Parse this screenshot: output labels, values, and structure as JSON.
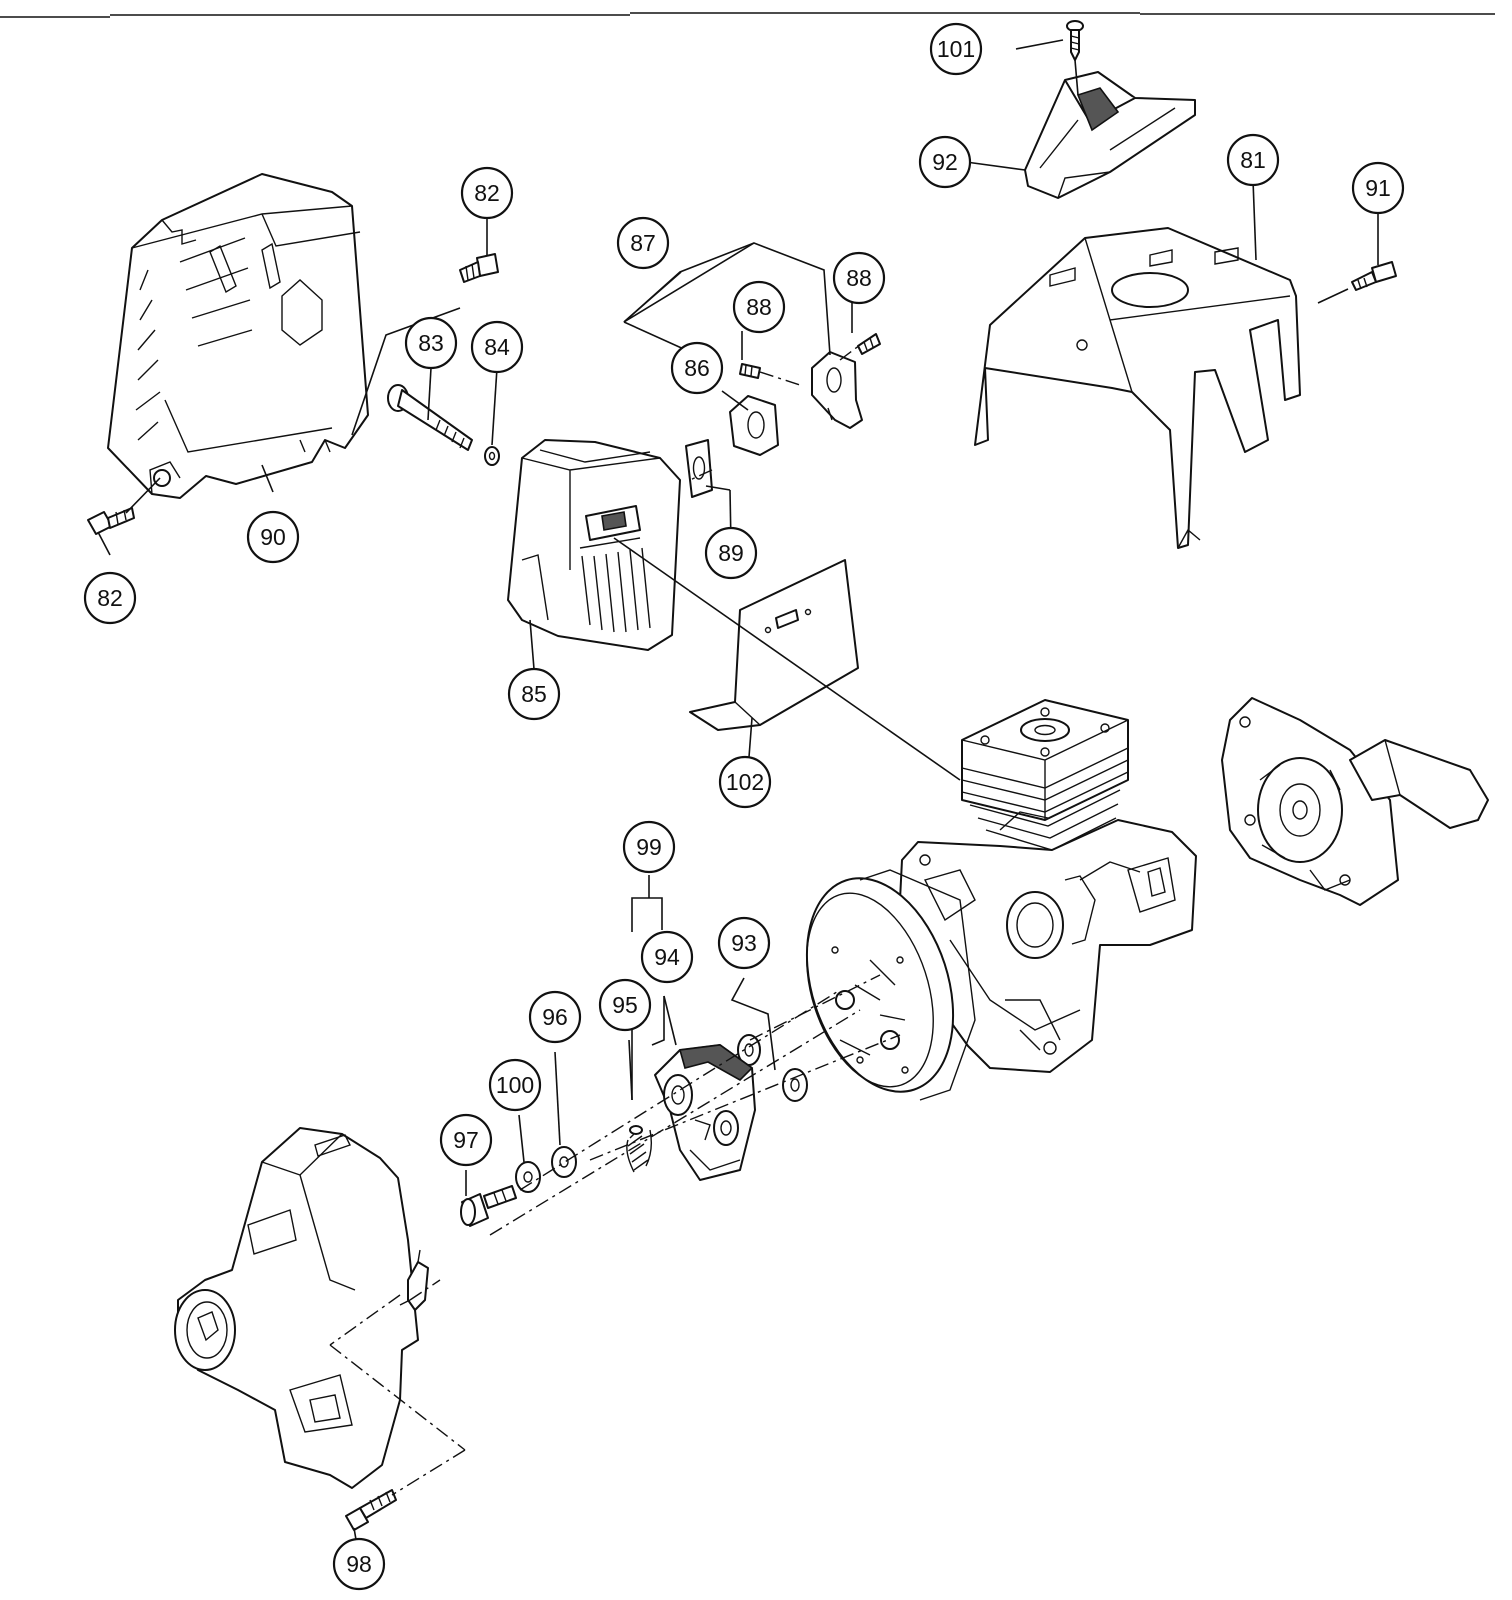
{
  "callouts": [
    {
      "id": "c101",
      "label": "101"
    },
    {
      "id": "c92",
      "label": "92"
    },
    {
      "id": "c81",
      "label": "81"
    },
    {
      "id": "c91",
      "label": "91"
    },
    {
      "id": "c82a",
      "label": "82"
    },
    {
      "id": "c87",
      "label": "87"
    },
    {
      "id": "c88a",
      "label": "88"
    },
    {
      "id": "c88b",
      "label": "88"
    },
    {
      "id": "c83",
      "label": "83"
    },
    {
      "id": "c84",
      "label": "84"
    },
    {
      "id": "c86",
      "label": "86"
    },
    {
      "id": "c90",
      "label": "90"
    },
    {
      "id": "c89",
      "label": "89"
    },
    {
      "id": "c82b",
      "label": "82"
    },
    {
      "id": "c85",
      "label": "85"
    },
    {
      "id": "c102",
      "label": "102"
    },
    {
      "id": "c99",
      "label": "99"
    },
    {
      "id": "c94",
      "label": "94"
    },
    {
      "id": "c93",
      "label": "93"
    },
    {
      "id": "c95",
      "label": "95"
    },
    {
      "id": "c96",
      "label": "96"
    },
    {
      "id": "c100",
      "label": "100"
    },
    {
      "id": "c97",
      "label": "97"
    },
    {
      "id": "c98",
      "label": "98"
    }
  ]
}
